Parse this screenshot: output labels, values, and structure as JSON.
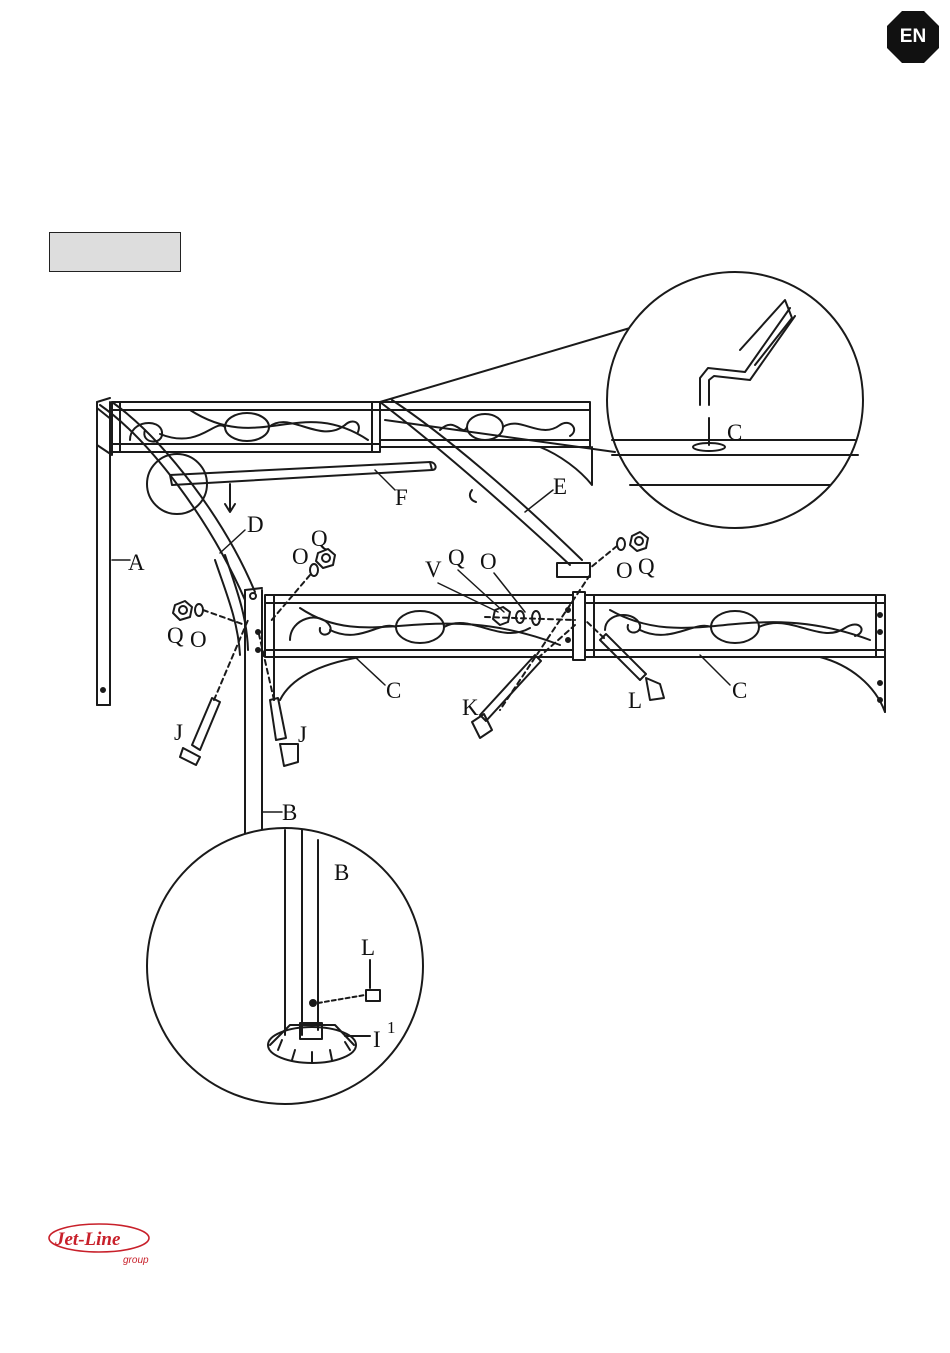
{
  "badge": {
    "language": "EN",
    "color": "#111111"
  },
  "logo": {
    "brand": "Jet-Line",
    "sub": "group",
    "color": "#c8202a"
  },
  "step_box": {
    "label": "",
    "fill": "#dddddd"
  },
  "diagram": {
    "labels": {
      "A": "A",
      "B": "B",
      "B_detail": "B",
      "C_left": "C",
      "C_right": "C",
      "C_detail": "C",
      "D": "D",
      "E": "E",
      "F": "F",
      "I": "I",
      "I_num": "1",
      "J_left": "J",
      "J_right": "J",
      "K": "K",
      "L_right": "L",
      "L_detail": "L",
      "O_topleft": "O",
      "Q_topleft": "Q",
      "Q_left": "Q",
      "O_left": "O",
      "V": "V",
      "Q_mid": "Q",
      "O_mid": "O",
      "O_right": "O",
      "Q_right": "Q"
    }
  }
}
